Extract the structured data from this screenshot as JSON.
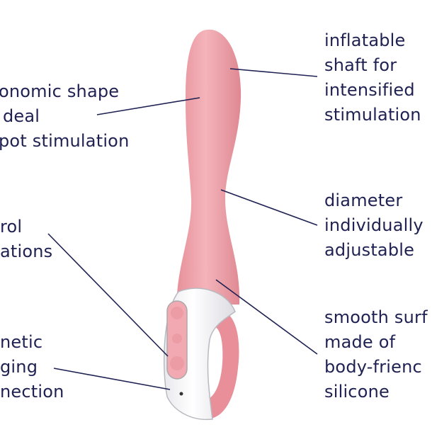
{
  "colors": {
    "text": "#1f2152",
    "body_pink": "#eea0a8",
    "handle": "#ffffff"
  },
  "labels": {
    "top_left": [
      "onomic shape",
      "deal",
      "pot stimulation"
    ],
    "mid_left": [
      "rol",
      "ations"
    ],
    "bottom_left": [
      "netic",
      "ging",
      "nection"
    ],
    "top_right": [
      "inflatable",
      "shaft for",
      "intensified",
      "stimulation"
    ],
    "mid_right": [
      "diameter",
      "individually",
      "adjustable"
    ],
    "bottom_right": [
      "smooth surf",
      "made of",
      "body-frienc",
      "silicone"
    ]
  }
}
